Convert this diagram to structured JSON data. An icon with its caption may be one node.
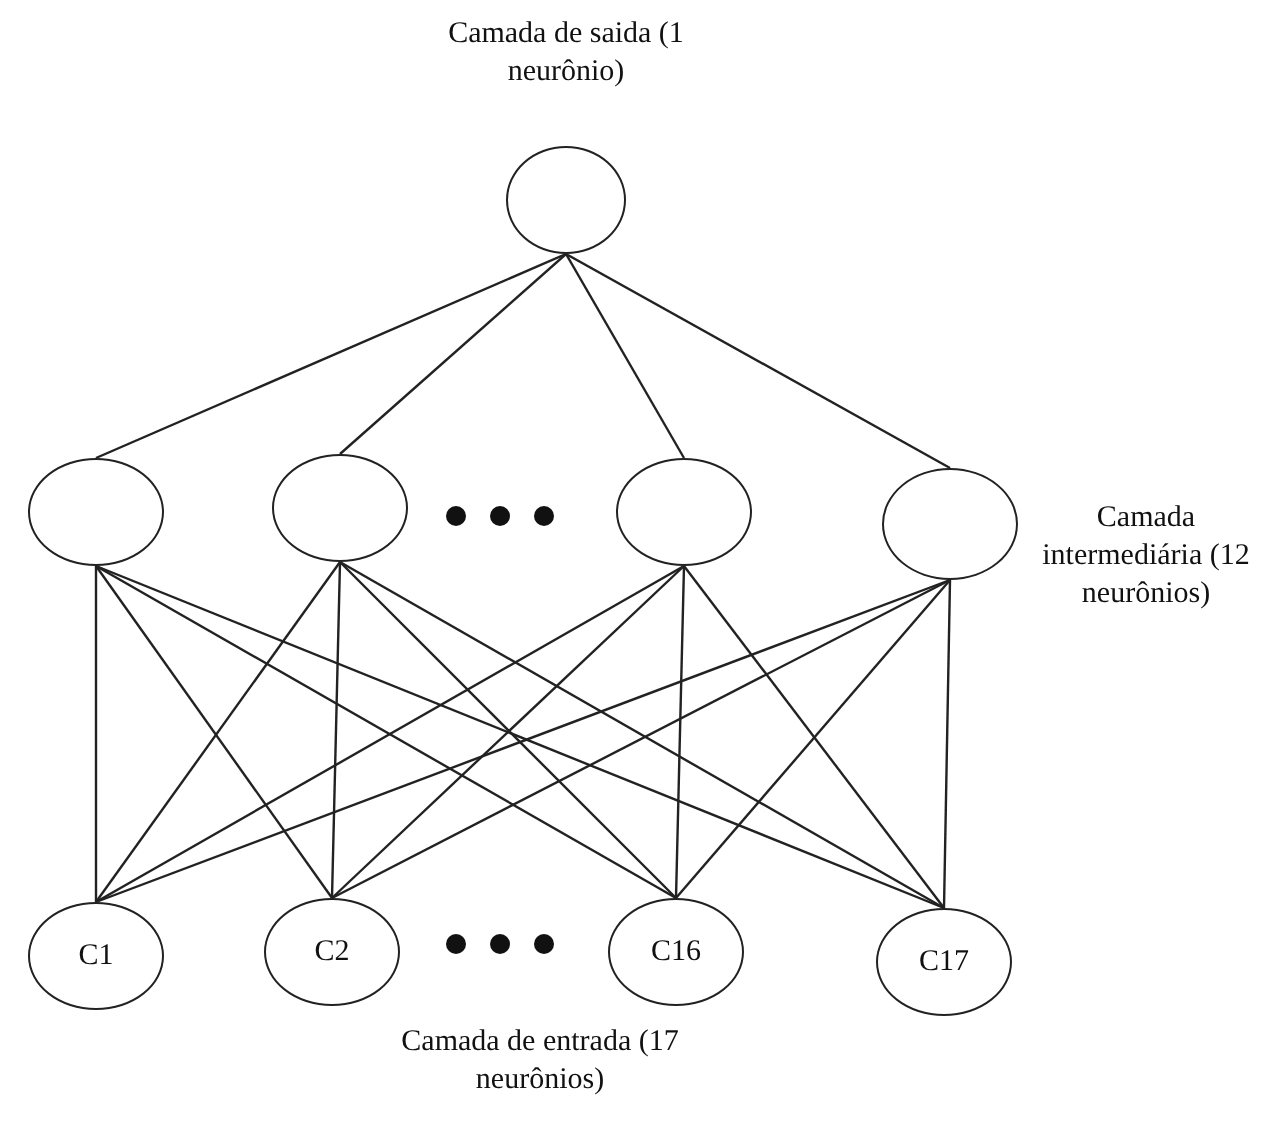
{
  "diagram": {
    "nodes": [
      {
        "text": [],
        "shape": "circle"
      },
      {
        "text": [],
        "shape": "circle"
      },
      {
        "text": [],
        "shape": "circle"
      },
      {
        "text": [],
        "shape": "circle"
      },
      {
        "text": [],
        "shape": "circle"
      },
      {
        "text": [
          "C1"
        ]
      },
      {
        "text": [
          "C2"
        ]
      },
      {
        "text": [
          "C16"
        ]
      },
      {
        "text": [
          "C17"
        ]
      }
    ],
    "edges": [
      {
        "from": 0,
        "to": 1,
        "arrow": "none"
      },
      {
        "from": 0,
        "to": 2,
        "arrow": "none"
      },
      {
        "from": 0,
        "to": 3,
        "arrow": "none"
      },
      {
        "from": 0,
        "to": 4,
        "arrow": "none"
      },
      {
        "from": 1,
        "to": 5,
        "arrow": "none"
      },
      {
        "from": 1,
        "to": 6,
        "arrow": "none"
      },
      {
        "from": 1,
        "to": 7,
        "arrow": "none"
      },
      {
        "from": 1,
        "to": 8,
        "arrow": "none"
      },
      {
        "from": 2,
        "to": 5,
        "arrow": "none"
      },
      {
        "from": 2,
        "to": 6,
        "arrow": "none"
      },
      {
        "from": 2,
        "to": 7,
        "arrow": "none"
      },
      {
        "from": 2,
        "to": 8,
        "arrow": "none"
      },
      {
        "from": 3,
        "to": 5,
        "arrow": "none"
      },
      {
        "from": 3,
        "to": 6,
        "arrow": "none"
      },
      {
        "from": 3,
        "to": 7,
        "arrow": "none"
      },
      {
        "from": 3,
        "to": 8,
        "arrow": "none"
      },
      {
        "from": 4,
        "to": 5,
        "arrow": "none"
      },
      {
        "from": 4,
        "to": 6,
        "arrow": "none"
      },
      {
        "from": 4,
        "to": 7,
        "arrow": "none"
      },
      {
        "from": 4,
        "to": 8,
        "arrow": "none"
      }
    ],
    "labels": [
      "Camada de saida (1 neurônio)",
      "Camada intermediária (12 neurônios)",
      "Camada de entrada (17 neurônios)"
    ]
  }
}
